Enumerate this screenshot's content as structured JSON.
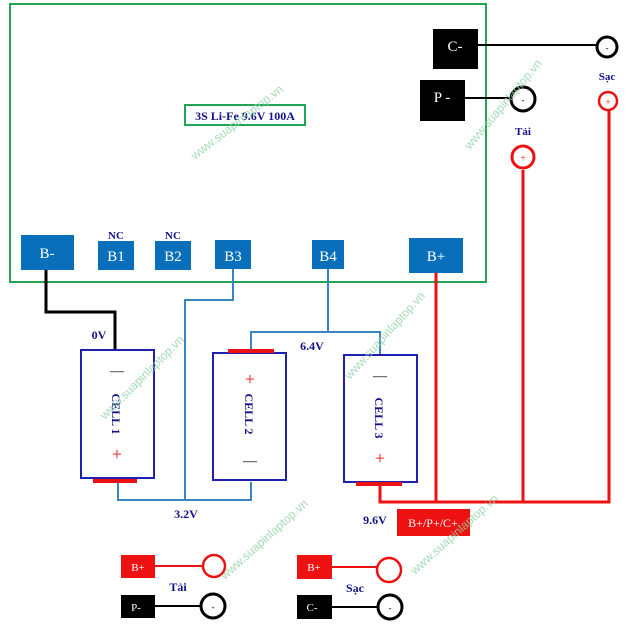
{
  "board": {
    "title": "3S Li-Fe 9.6V 100A",
    "pins": {
      "b_minus": "B-",
      "b1": "B1",
      "b2": "B2",
      "b3": "B3",
      "b4": "B4",
      "b_plus": "B+",
      "b1_note": "NC",
      "b2_note": "NC"
    },
    "c_minus": "C-",
    "p_minus": "P -"
  },
  "terminals": {
    "charge_label": "Sạc",
    "load_label": "Tải",
    "minus_symbol": "-",
    "plus_symbol": "+"
  },
  "cells": [
    {
      "label": "CELL 1",
      "top_symbol": "—",
      "bottom_symbol": "+"
    },
    {
      "label": "CELL 2",
      "top_symbol": "+",
      "bottom_symbol": "—"
    },
    {
      "label": "CELL 3",
      "top_symbol": "—",
      "bottom_symbol": "+"
    }
  ],
  "voltages": {
    "v0": "0V",
    "v1": "3.2V",
    "v2": "6.4V",
    "v3": "9.6V"
  },
  "output_label": "B+/P+/C+",
  "legend": {
    "load": {
      "plus": "B+",
      "minus": "P-",
      "title": "Tải"
    },
    "charge": {
      "plus": "B+",
      "minus": "C-",
      "title": "Sạc"
    }
  },
  "watermark": "www.suapinlaptop.vn",
  "colors": {
    "board_border": "#22a552",
    "pin_fill": "#0a6fba",
    "wire_blue": "#3a86c0",
    "wire_red": "#ee1111",
    "cell_border": "#2020b0",
    "label_blue": "#12128a"
  }
}
